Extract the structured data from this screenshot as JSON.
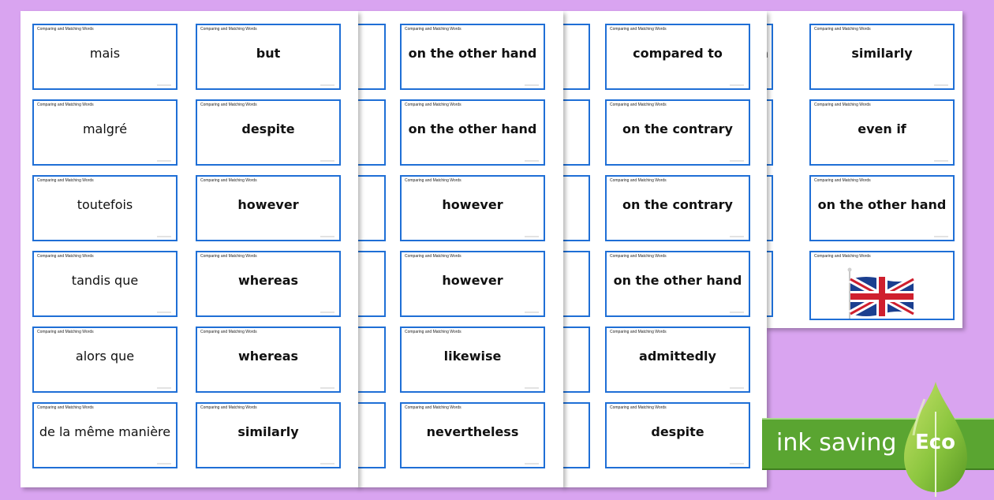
{
  "header": "Comparing and Matching Words",
  "sheets": [
    {
      "columns": [
        [
          "mais",
          "malgré",
          "toutefois",
          "tandis que",
          "alors que",
          "de la même manière"
        ],
        [
          "but",
          "despite",
          "however",
          "whereas",
          "whereas",
          "similarly"
        ]
      ]
    },
    {
      "columns": [
        [
          "on the other hand",
          "on the other hand",
          "however",
          "however",
          "likewise",
          "nevertheless"
        ]
      ]
    },
    {
      "columns": [
        [
          "compared to",
          "on the contrary",
          "on the contrary",
          "on the other hand",
          "admittedly",
          "despite"
        ]
      ]
    },
    {
      "columns": [
        [
          "similarly",
          "even if",
          "on the other hand"
        ]
      ]
    }
  ],
  "peek_text": "n",
  "badge": {
    "label": "ink saving",
    "eco": "Eco",
    "color": "#5aa531"
  },
  "colors": {
    "background": "#d9a4f0",
    "card_border": "#1f6fd6"
  },
  "flag_icon": "union-jack-flag-icon"
}
